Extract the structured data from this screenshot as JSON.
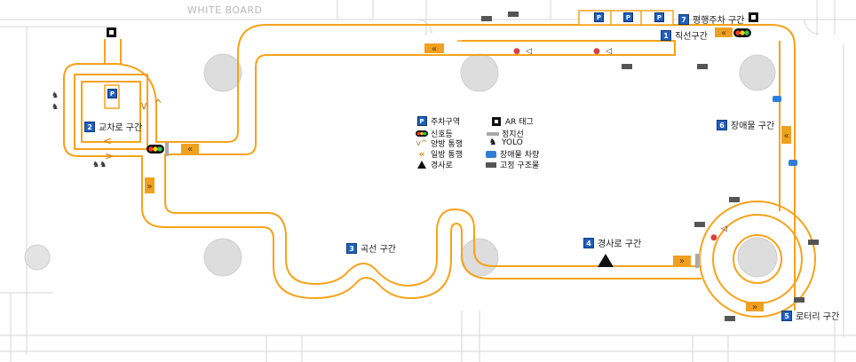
{
  "background": {
    "whiteboard_label": "WHITE BOARD"
  },
  "colors": {
    "track": "#f7a21b",
    "parking": "#1f5fbf",
    "sign": "#d9890a",
    "fixed_structure": "#555555"
  },
  "zones": [
    {
      "number": "1",
      "label": "직선구간"
    },
    {
      "number": "2",
      "label": "교차로 구간"
    },
    {
      "number": "3",
      "label": "곡선 구간"
    },
    {
      "number": "4",
      "label": "경사로 구간"
    },
    {
      "number": "5",
      "label": "로터리 구간"
    },
    {
      "number": "6",
      "label": "장애물 구간"
    },
    {
      "number": "7",
      "label": "평행주차 구간"
    }
  ],
  "parking_badge": "P",
  "legend": [
    {
      "icon": "parking-icon",
      "label": "주차구역"
    },
    {
      "icon": "ar-tag-icon",
      "label": "AR 태그"
    },
    {
      "icon": "traffic-light-icon",
      "label": "신호등"
    },
    {
      "icon": "stop-line-icon",
      "label": "정지선"
    },
    {
      "icon": "two-way-icon",
      "label": "양방 통행"
    },
    {
      "icon": "yolo-icon",
      "label": "YOLO"
    },
    {
      "icon": "one-way-icon",
      "label": "일방 통행"
    },
    {
      "icon": "obstacle-car-icon",
      "label": "장애물 차량"
    },
    {
      "icon": "slope-icon",
      "label": "경사로"
    },
    {
      "icon": "fixed-structure-icon",
      "label": "고정 구조물"
    }
  ]
}
